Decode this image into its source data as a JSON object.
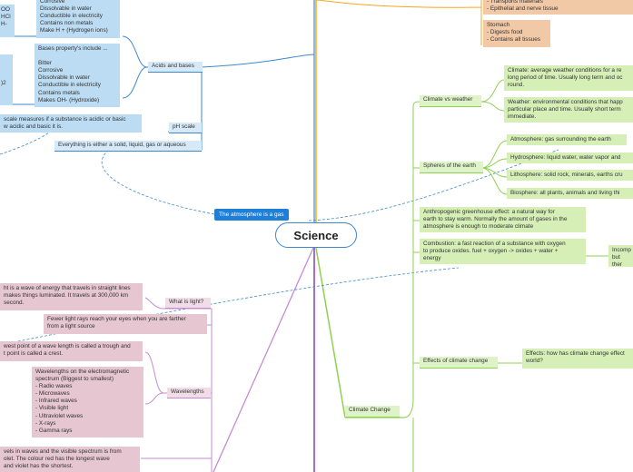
{
  "root": "Science",
  "atmosphere_chip": "The atmosphere is a gas",
  "left": {
    "acids_label": "Acids and bases",
    "acid_props": "Corrosive\nDissolvable in water\nConductible in electricity\nContains non metals\nMake H + (Hydrogen ions)",
    "acid_fragment": "OO\n HCl\nH-",
    "base_props": "Bases property's include ...\n\nBitter\nCorrosive\nDissolvable in water\nConductible in electricity\nContains metals\nMakes OH- (Hydroxide)",
    "base_fragment": ")2",
    "ph_label": "pH scale",
    "ph_text": "scale measures if a substance is acidic or basic\nw acidic and basic it is.",
    "solid_text": "Everything is either a solid, liquid, gas or aqueous",
    "light_label": "What is light?",
    "light_text": "ht is a wave of energy that travels in straight lines\n makes things luminated. It travels at 300,000 km\nsecond.",
    "fewer_rays": "Fewer light rays reach your eyes when you are farther\nfrom a light source",
    "wavelengths_label": "Wavelengths",
    "trough_text": "west point of a wave length is called a trough and\nt point is called a crest.",
    "spectrum_text": "Wavelengths on the electromagnetic\nspectrum (Biggest to smallest)\n- Radio waves\n- Microwaves\n- Infrared waves\n- Visible light\n- Ultraviolet waves\n- X-rays\n- Gamma rays",
    "visible_text": "vels in waves and the visible spectrum is from\nolet. The colour red has the longest wave\nand violet has the shortest."
  },
  "right": {
    "transport_text": "- Transports materials\n- Epithelial and nerve tissue",
    "stomach_text": "Stomach\n- Digests food\n- Contains all tissues",
    "climate_weather_label": "Climate vs weather",
    "climate_text": "Climate: average weather conditions for a re\nlong period of time. Usually long term and oc\nround.",
    "weather_text": "Weather: environmental conditions that happ\nparticular place and time. Usually short term\nimmediate.",
    "spheres_label": "Spheres of the earth",
    "atmosphere_text": "Atmosphere: gas surrounding the earth",
    "hydrosphere_text": "Hydrosphere: liquid water, water vapor and",
    "lithosphere_text": "Lithosphere: solid rock, minerals, earths cru",
    "biosphere_text": "Biosphere: all plants, animals and living thi",
    "greenhouse_text": "Anthropogenic greenhouse effect: a natural way for\nearth to stay warm. Normally the amount of gases in the\natmosphere is enough to moderate climate",
    "combustion_text": "Combustion: a fast reaction of a substance with oxygen\nto produce oxides. fuel + oxygen -> oxides + water +\nenergy",
    "incomplete_text": "Incomp\nbut ther",
    "effects_label": "Effects of climate change",
    "effects_text": "Effects: how has climate change effect\nworld?",
    "climate_change_label": "Climate Change"
  },
  "colors": {
    "blue": "#3b89cf",
    "green": "#8fd14f",
    "purple": "#c78bd3",
    "orange": "#f5a623"
  }
}
